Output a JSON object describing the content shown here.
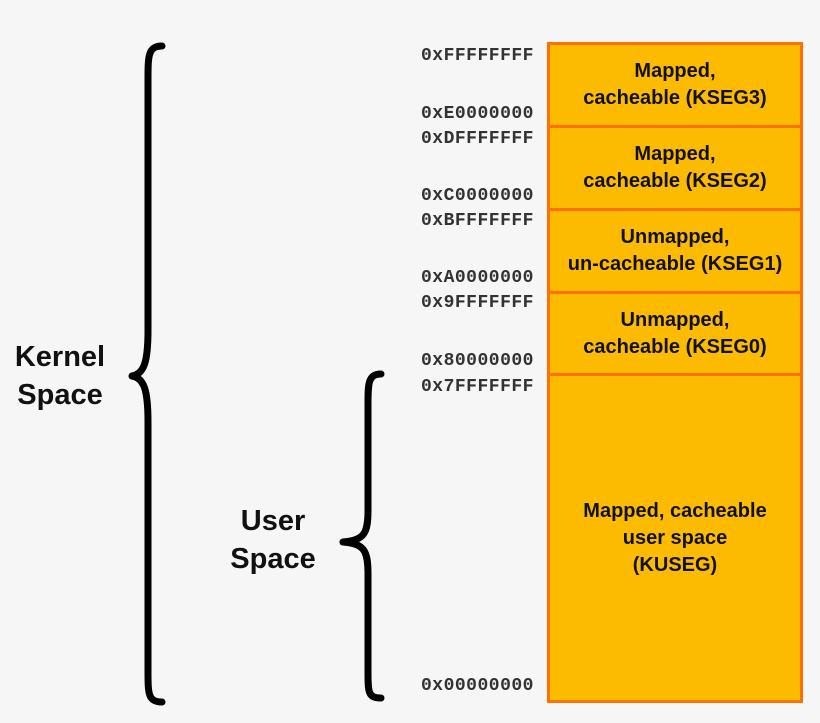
{
  "segments": [
    {
      "lines": [
        "Mapped,",
        "cacheable (KSEG3)"
      ],
      "top_addr": "0xFFFFFFFF",
      "bottom_addr": "0xE0000000"
    },
    {
      "lines": [
        "Mapped,",
        "cacheable (KSEG2)"
      ],
      "top_addr": "0xDFFFFFFF",
      "bottom_addr": "0xC0000000"
    },
    {
      "lines": [
        "Unmapped,",
        "un-cacheable (KSEG1)"
      ],
      "top_addr": "0xBFFFFFFF",
      "bottom_addr": "0xA0000000"
    },
    {
      "lines": [
        "Unmapped,",
        "cacheable (KSEG0)"
      ],
      "top_addr": "0x9FFFFFFF",
      "bottom_addr": "0x80000000"
    },
    {
      "lines": [
        "Mapped, cacheable",
        "user space",
        "(KUSEG)"
      ],
      "top_addr": "0x7FFFFFFF",
      "bottom_addr": "0x00000000"
    }
  ],
  "regions": {
    "kernel": {
      "lines": [
        "Kernel",
        "Space"
      ]
    },
    "user": {
      "lines": [
        "User",
        "Space"
      ]
    }
  },
  "colors": {
    "segment_fill": "#fdbb00",
    "segment_border": "#ff7000",
    "brace": "#000000"
  }
}
